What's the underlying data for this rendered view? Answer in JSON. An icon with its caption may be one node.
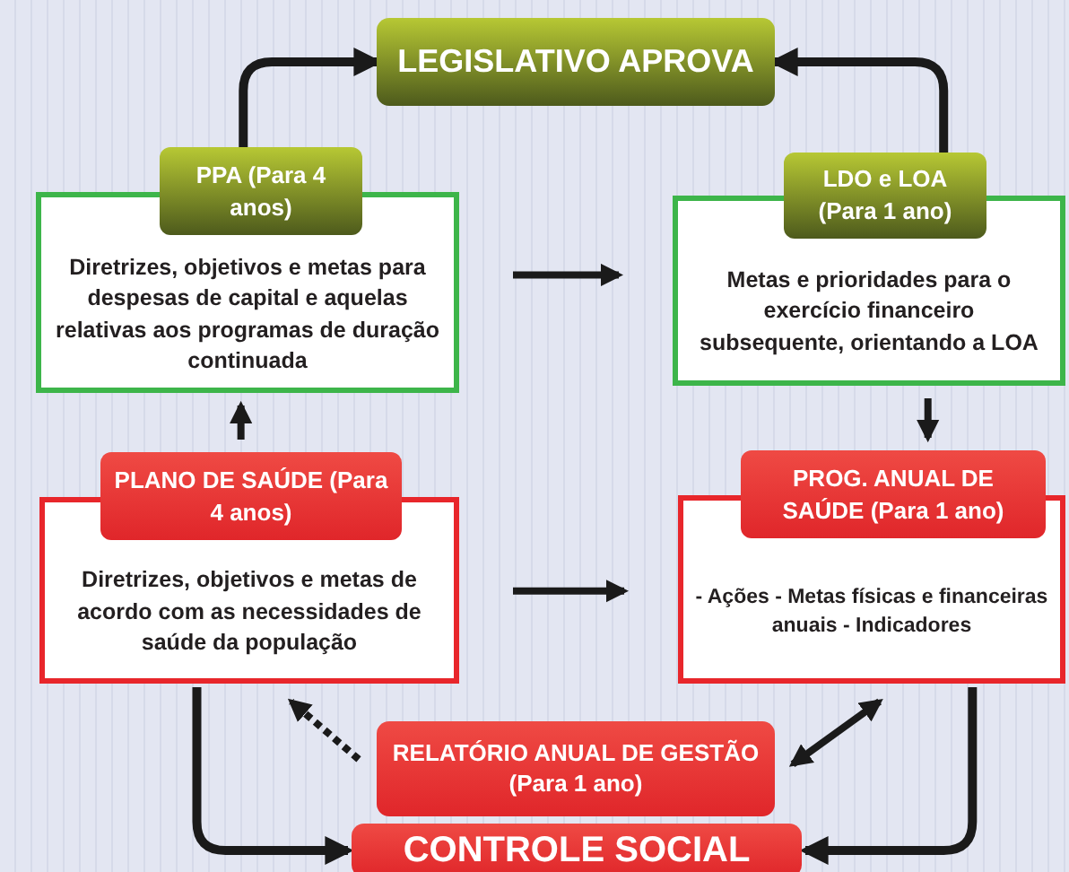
{
  "diagram": {
    "nodes": [
      {
        "text": [
          "LEGISLATIVO APROVA"
        ]
      },
      {
        "text": [
          "PPA (Para 4 anos)",
          "Diretrizes, objetivos e metas para despesas de capital e aquelas relativas aos programas de duração  continuada"
        ]
      },
      {
        "text": [
          "LDO e LOA (Para 1 ano)",
          "Metas e prioridades para o exercício financeiro subsequente, orientando a LOA"
        ]
      },
      {
        "text": [
          "PLANO DE SAÚDE (Para 4 anos)",
          "Diretrizes, objetivos e metas de acordo com as necessidades de saúde da população"
        ]
      },
      {
        "text": [
          "PROG. ANUAL DE SAÚDE (Para 1 ano)",
          "- Ações - Metas físicas e financeiras anuais - Indicadores"
        ]
      },
      {
        "text": [
          "RELATÓRIO ANUAL DE GESTÃO (Para 1 ano)"
        ]
      },
      {
        "text": [
          "CONTROLE SOCIAL"
        ]
      }
    ],
    "edges": [
      {
        "from": 1,
        "to": 0,
        "arrow": "to"
      },
      {
        "from": 2,
        "to": 0,
        "arrow": "to"
      },
      {
        "from": 1,
        "to": 2,
        "arrow": "to"
      },
      {
        "from": 2,
        "to": 4,
        "arrow": "to"
      },
      {
        "from": 3,
        "to": 1,
        "arrow": "to"
      },
      {
        "from": 3,
        "to": 4,
        "arrow": "to"
      },
      {
        "from": 5,
        "to": 3,
        "arrow": "to",
        "style": "dashed"
      },
      {
        "from": 5,
        "to": 4,
        "arrow": "both"
      },
      {
        "from": 3,
        "to": 6,
        "arrow": "to"
      },
      {
        "from": 4,
        "to": 6,
        "arrow": "to"
      }
    ]
  }
}
